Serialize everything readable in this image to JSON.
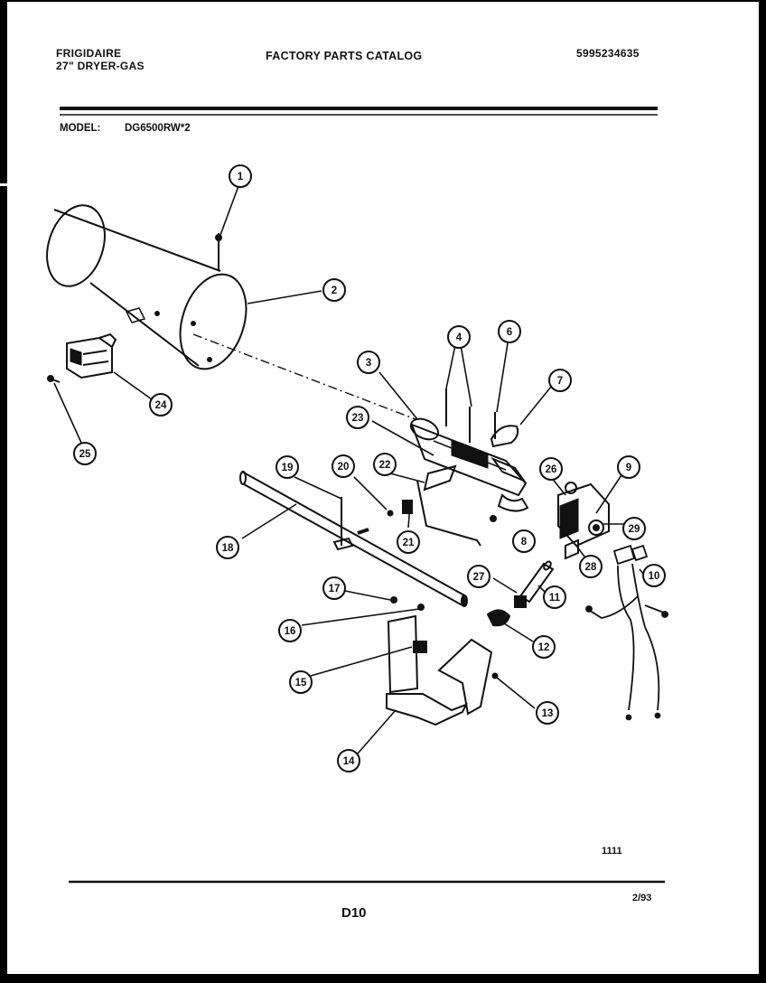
{
  "header": {
    "brand": "FRIGIDAIRE",
    "product": "27\" DRYER-GAS",
    "catalog_title": "FACTORY PARTS CATALOG",
    "catalog_number": "5995234635",
    "model_label": "MODEL:",
    "model_value": "DG6500RW*2"
  },
  "diagram": {
    "callouts": [
      "1",
      "2",
      "3",
      "4",
      "6",
      "7",
      "8",
      "9",
      "10",
      "11",
      "12",
      "13",
      "14",
      "15",
      "16",
      "17",
      "18",
      "19",
      "20",
      "21",
      "22",
      "23",
      "24",
      "25",
      "26",
      "27",
      "28",
      "29"
    ]
  },
  "footer": {
    "drawing_code": "1111",
    "page_number": "D10",
    "date": "2/93"
  }
}
